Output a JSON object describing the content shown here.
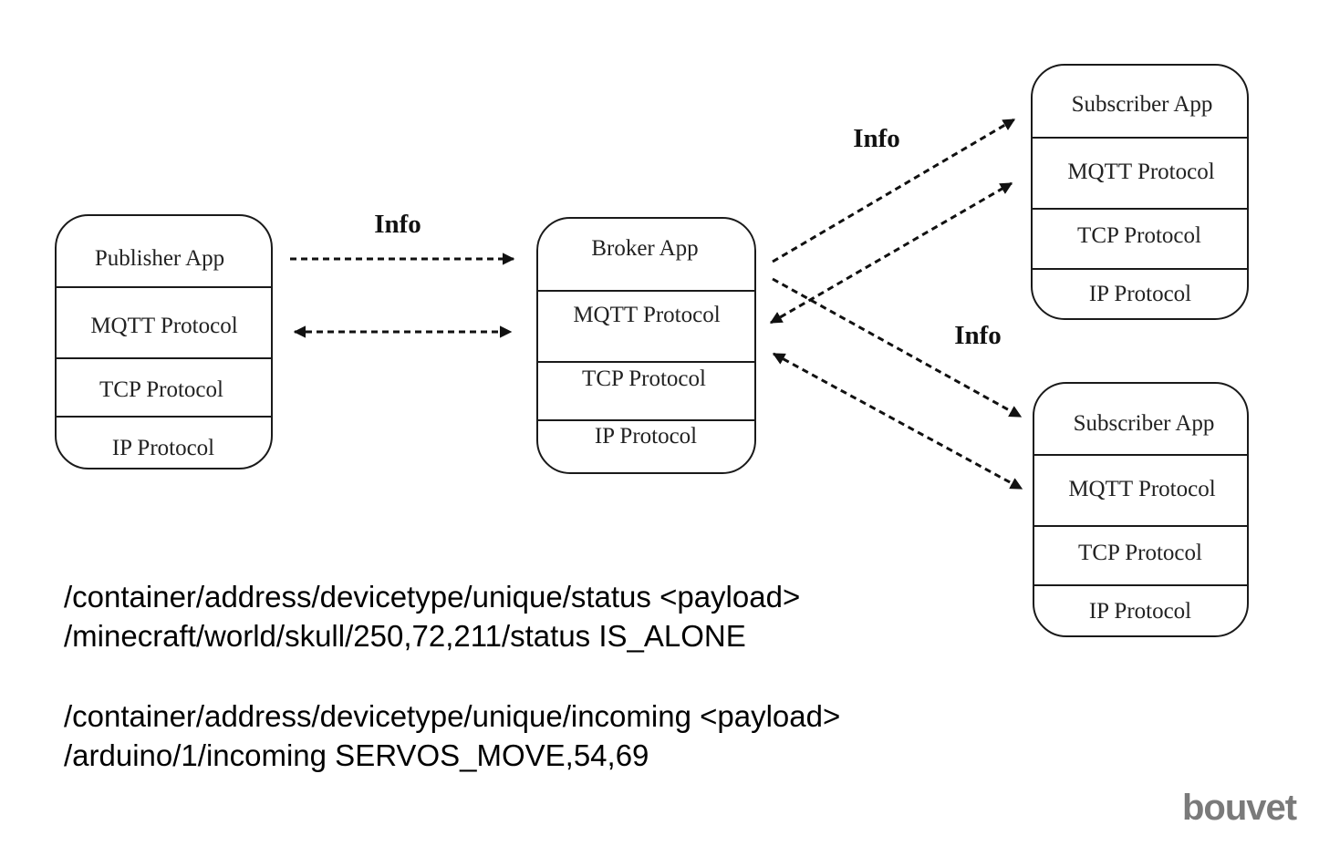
{
  "diagram": {
    "publisher": {
      "layers": [
        "Publisher App",
        "MQTT Protocol",
        "TCP Protocol",
        "IP Protocol"
      ]
    },
    "broker": {
      "layers": [
        "Broker App",
        "MQTT Protocol",
        "TCP Protocol",
        "IP Protocol"
      ]
    },
    "subscriber_top": {
      "layers": [
        "Subscriber App",
        "MQTT Protocol",
        "TCP Protocol",
        "IP Protocol"
      ]
    },
    "subscriber_bottom": {
      "layers": [
        "Subscriber App",
        "MQTT Protocol",
        "TCP Protocol",
        "IP Protocol"
      ]
    },
    "labels": {
      "info_publisher": "Info",
      "info_subscriber_top": "Info",
      "info_subscriber_bottom": "Info"
    }
  },
  "topics": {
    "status_pattern": "/container/address/devicetype/unique/status <payload>",
    "status_example": "/minecraft/world/skull/250,72,211/status IS_ALONE",
    "incoming_pattern": "/container/address/devicetype/unique/incoming <payload>",
    "incoming_example": "/arduino/1/incoming SERVOS_MOVE,54,69"
  },
  "brand": {
    "logo_text": "bouvet",
    "color": "#7a7a7a"
  }
}
